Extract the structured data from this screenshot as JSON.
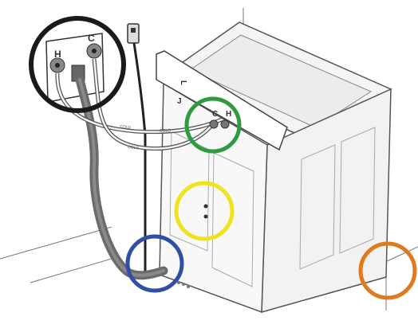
{
  "valve_labels": {
    "hot": "H",
    "cold": "C"
  },
  "inlet_labels": {
    "cold": "C",
    "hot": "H"
  },
  "panel_marks": [
    "L",
    "J"
  ],
  "hose_print": "COLD",
  "callouts": [
    {
      "id": "valves",
      "color": "#1a1a1a"
    },
    {
      "id": "inlets",
      "color": "#2e9b3e"
    },
    {
      "id": "holes",
      "color": "#f0e21c"
    },
    {
      "id": "drain",
      "color": "#2f4fa6"
    },
    {
      "id": "corner",
      "color": "#e07a1f"
    }
  ]
}
